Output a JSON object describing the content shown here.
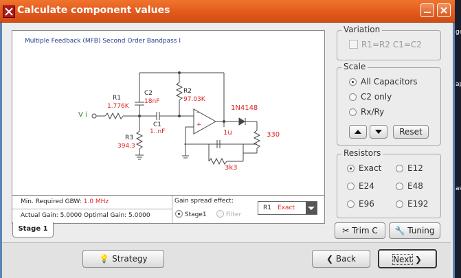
{
  "window": {
    "title": "Calculate component values"
  },
  "side_strip": {
    "texts": [
      "ge",
      "ap",
      "as"
    ]
  },
  "circuit": {
    "title": "Multiple Feedback (MFB) Second Order Bandpass I",
    "input_label": "V i",
    "r1": {
      "name": "R1",
      "value": "1.776K"
    },
    "c2": {
      "name": "C2",
      "value": "18nF"
    },
    "r2": {
      "name": "R2",
      "value": "97.03K"
    },
    "c1": {
      "name": "C1",
      "value": "1..nF"
    },
    "r3": {
      "name": "R3",
      "value": "394.3"
    },
    "diode": "1N4148",
    "cap_fb": "1u",
    "r_fb": "3k3",
    "r_load": "330",
    "opamp_minus": "-",
    "opamp_plus": "+"
  },
  "info": {
    "gbw_label": "Min. Required GBW:",
    "gbw_value": "1.0 MHz",
    "gain_line": "Actual Gain: 5.0000  Optimal Gain: 5.0000",
    "spread_label": "Gain spread effect:",
    "spread_options": [
      "Stage1",
      "Filter"
    ],
    "dropdown_name": "R1",
    "dropdown_value": "Exact"
  },
  "tab": {
    "label": "Stage 1"
  },
  "variation": {
    "label": "Variation",
    "option": "R1=R2  C1=C2"
  },
  "scale": {
    "label": "Scale",
    "options": [
      "All Capacitors",
      "C2 only",
      "Rx/Ry"
    ],
    "reset": "Reset"
  },
  "resistors": {
    "label": "Resistors",
    "options": [
      "Exact",
      "E12",
      "E24",
      "E48",
      "E96",
      "E192"
    ]
  },
  "buttons": {
    "trim": "Trim C",
    "tuning": "Tuning",
    "strategy": "Strategy",
    "back": "Back",
    "next": "Next"
  }
}
